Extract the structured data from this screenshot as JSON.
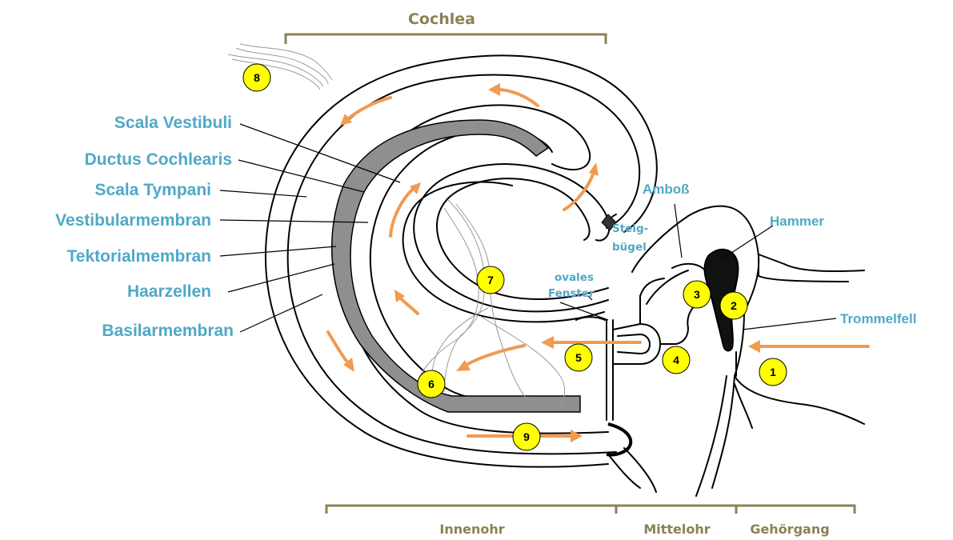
{
  "title": "Cochlea",
  "labels": {
    "scala_vestibuli": "Scala Vestibuli",
    "ductus_cochlearis": "Ductus Cochlearis",
    "scala_tympani": "Scala Tympani",
    "vestibularmembran": "Vestibularmembran",
    "tektorialmembran": "Tektorialmembran",
    "haarzellen": "Haarzellen",
    "basilarmembran": "Basilarmembran",
    "amboss": "Amboß",
    "hammer": "Hammer",
    "trommelfell": "Trommelfell",
    "steigbuegel_1": "Steig-",
    "steigbuegel_2": "bügel",
    "ovales_fenster_1": "ovales",
    "ovales_fenster_2": "Fenster"
  },
  "sections": {
    "innenohr": "Innenohr",
    "mittelohr": "Mittelohr",
    "gehoergang": "Gehörgang"
  },
  "markers": [
    "1",
    "2",
    "3",
    "4",
    "5",
    "6",
    "7",
    "8",
    "9"
  ],
  "colors": {
    "label": "#4fa9c6",
    "section": "#8b8154",
    "arrow": "#f29a50",
    "marker_fill": "#ffff00"
  }
}
